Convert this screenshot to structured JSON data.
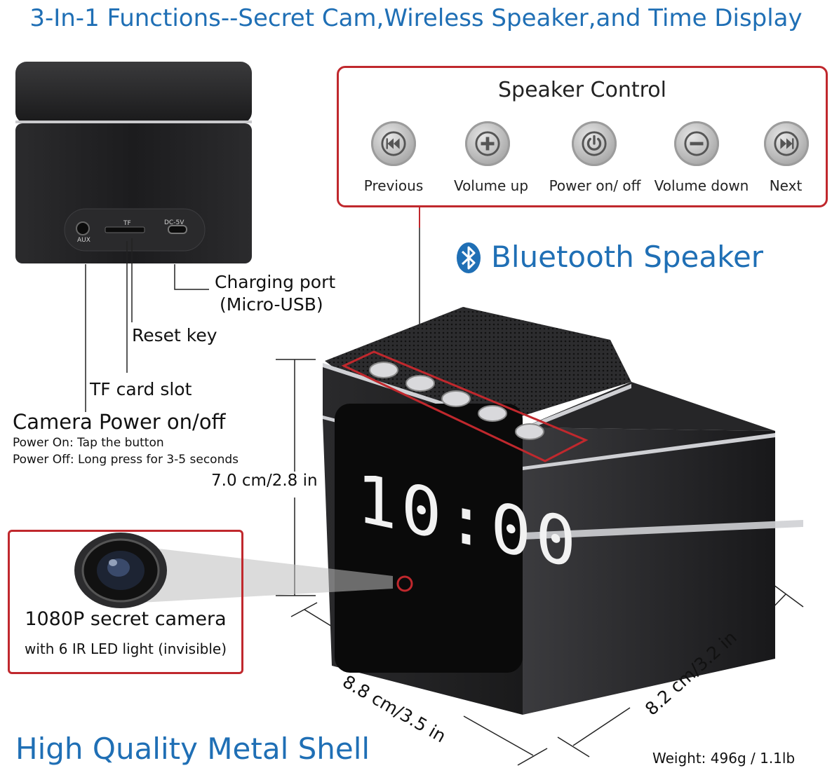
{
  "header": {
    "title": "3-In-1 Functions--Secret Cam,Wireless Speaker,and Time Display"
  },
  "speaker_control": {
    "title": "Speaker Control",
    "buttons": [
      {
        "label": "Previous",
        "icon": "previous-icon"
      },
      {
        "label": "Volume up",
        "icon": "plus-icon"
      },
      {
        "label": "Power on/ off",
        "icon": "power-icon"
      },
      {
        "label": "Volume down",
        "icon": "minus-icon"
      },
      {
        "label": "Next",
        "icon": "next-icon"
      }
    ]
  },
  "bluetooth": {
    "label": "Bluetooth Speaker",
    "icon": "bluetooth-icon",
    "color": "#1f6fb5"
  },
  "back_panel": {
    "ports": {
      "aux": "AUX",
      "tf": "TF",
      "dc": "DC-5V"
    },
    "charging_port": "Charging port",
    "charging_port_type": "(Micro-USB)",
    "reset_key": "Reset key",
    "tf_card_slot": "TF card slot"
  },
  "camera_power": {
    "title": "Camera Power on/off",
    "power_on": "Power On: Tap the button",
    "power_off": "Power Off: Long press for 3-5 seconds"
  },
  "camera": {
    "title": "1080P secret camera",
    "subtitle": "with 6 IR LED light (invisible)"
  },
  "clock": {
    "time": "10:00"
  },
  "dimensions": {
    "height": "7.0 cm/2.8 in",
    "width": "8.8 cm/3.5 in",
    "depth": "8.2 cm/3.2 in"
  },
  "footer": {
    "shell": "High Quality Metal Shell",
    "weight": "Weight: 496g / 1.1lb"
  },
  "colors": {
    "accent_blue": "#1f6fb5",
    "frame_red": "#c0282d",
    "device_black": "#1c1c1e"
  }
}
